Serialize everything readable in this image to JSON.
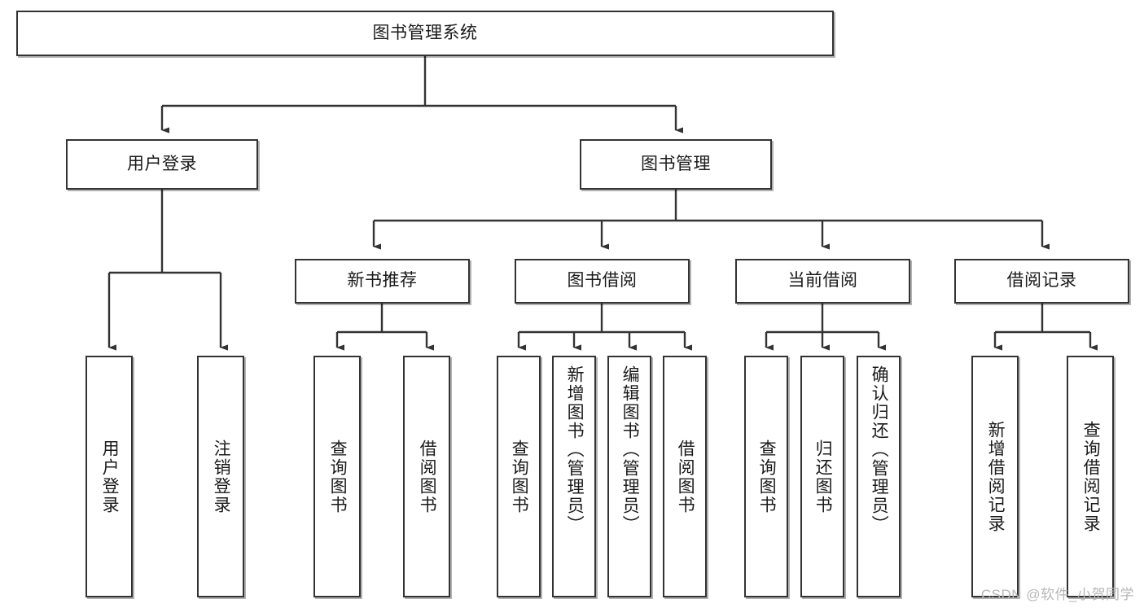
{
  "diagram": {
    "type": "tree",
    "title": "图书管理系统",
    "root": {
      "id": "root",
      "label": "图书管理系统"
    },
    "level2": [
      {
        "id": "user-login",
        "label": "用户登录"
      },
      {
        "id": "book-manage",
        "label": "图书管理"
      }
    ],
    "level3": [
      {
        "id": "new-book-recommend",
        "label": "新书推荐",
        "parent": "book-manage"
      },
      {
        "id": "book-borrow",
        "label": "图书借阅",
        "parent": "book-manage"
      },
      {
        "id": "current-borrow",
        "label": "当前借阅",
        "parent": "book-manage"
      },
      {
        "id": "borrow-record",
        "label": "借阅记录",
        "parent": "book-manage"
      }
    ],
    "leaves": {
      "user_login": [
        {
          "id": "leaf-user-login",
          "label": "用户登录"
        },
        {
          "id": "leaf-user-logout",
          "label": "注销登录"
        }
      ],
      "new_book_recommend": [
        {
          "id": "leaf-query-book-1",
          "label": "查询图书"
        },
        {
          "id": "leaf-borrow-book-1",
          "label": "借阅图书"
        }
      ],
      "book_borrow": [
        {
          "id": "leaf-query-book-2",
          "label": "查询图书"
        },
        {
          "id": "leaf-add-book",
          "label": "新增图书（管理员）"
        },
        {
          "id": "leaf-edit-book",
          "label": "编辑图书（管理员）"
        },
        {
          "id": "leaf-borrow-book-2",
          "label": "借阅图书"
        }
      ],
      "current_borrow": [
        {
          "id": "leaf-query-book-3",
          "label": "查询图书"
        },
        {
          "id": "leaf-return-book",
          "label": "归还图书"
        },
        {
          "id": "leaf-confirm-return",
          "label": "确认归还（管理员）"
        }
      ],
      "borrow_record": [
        {
          "id": "leaf-add-record",
          "label": "新增借阅记录"
        },
        {
          "id": "leaf-query-record",
          "label": "查询借阅记录"
        }
      ]
    },
    "colors": {
      "stroke": "#333333",
      "fill": "#ffffff",
      "text": "#1a1a1a",
      "watermark": "#b7b7b7"
    }
  },
  "watermark": {
    "text": "CSDN @软件_小贺同学"
  }
}
